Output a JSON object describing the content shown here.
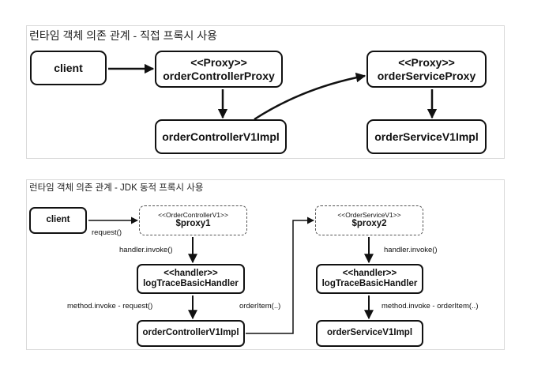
{
  "diagram1": {
    "title": "런타임 객체 의존 관계 - 직접 프록시 사용",
    "client": "client",
    "controller_proxy": {
      "stereotype": "<<Proxy>>",
      "name": "orderControllerProxy"
    },
    "service_proxy": {
      "stereotype": "<<Proxy>>",
      "name": "orderServiceProxy"
    },
    "controller_impl": "orderControllerV1Impl",
    "service_impl": "orderServiceV1Impl"
  },
  "diagram2": {
    "title": "런타임 객체 의존 관계 - JDK 동적 프록시 사용",
    "client": "client",
    "proxy1": {
      "stereotype": "<<OrderControllerV1>>",
      "name": "$proxy1"
    },
    "proxy2": {
      "stereotype": "<<OrderServiceV1>>",
      "name": "$proxy2"
    },
    "handler1": {
      "stereotype": "<<handler>>",
      "name": "logTraceBasicHandler"
    },
    "handler2": {
      "stereotype": "<<handler>>",
      "name": "logTraceBasicHandler"
    },
    "controller_impl": "orderControllerV1Impl",
    "service_impl": "orderServiceV1Impl",
    "labels": {
      "request": "request()",
      "invoke1": "handler.invoke()",
      "method_invoke1": "method.invoke - request()",
      "order_item": "orderItem(..)",
      "invoke2": "handler.invoke()",
      "method_invoke2": "method.invoke - orderItem(..)"
    }
  }
}
